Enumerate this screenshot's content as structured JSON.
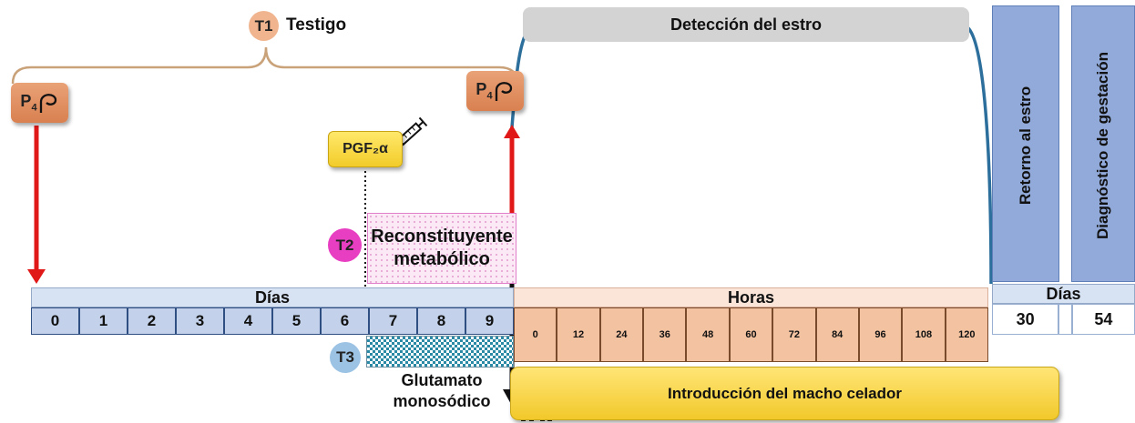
{
  "treatments": {
    "t1": "T1",
    "t2": "T2",
    "t3": "T3"
  },
  "labels": {
    "testigo": "Testigo",
    "p4": "P",
    "p4_sub": "4",
    "pgf": "PGF₂α",
    "reconstituyente": "Reconstituyente metabólico",
    "glutamato": "Glutamato monosódico",
    "deteccion": "Detección del estro",
    "macho": "Introducción del macho celador",
    "retorno": "Retorno al estro",
    "diagnostico": "Diagnóstico de gestación"
  },
  "timeline": {
    "dias_label": "Días",
    "horas_label": "Horas",
    "dias": [
      "0",
      "1",
      "2",
      "3",
      "4",
      "5",
      "6",
      "7",
      "8",
      "9"
    ],
    "horas": [
      "0",
      "12",
      "24",
      "36",
      "48",
      "60",
      "72",
      "84",
      "96",
      "108",
      "120"
    ],
    "dias2_label": "Días",
    "dias2": [
      "30",
      "",
      "54"
    ]
  },
  "colors": {
    "t1_circle": "#f0b58f",
    "t2_circle": "#e83ec1",
    "t3_circle": "#9cc3e4",
    "arrow_red": "#e01818",
    "estro_line": "#2d6f9c"
  },
  "icons": [
    "vaginal-device-icon",
    "syringe-icon",
    "ram-icon"
  ]
}
